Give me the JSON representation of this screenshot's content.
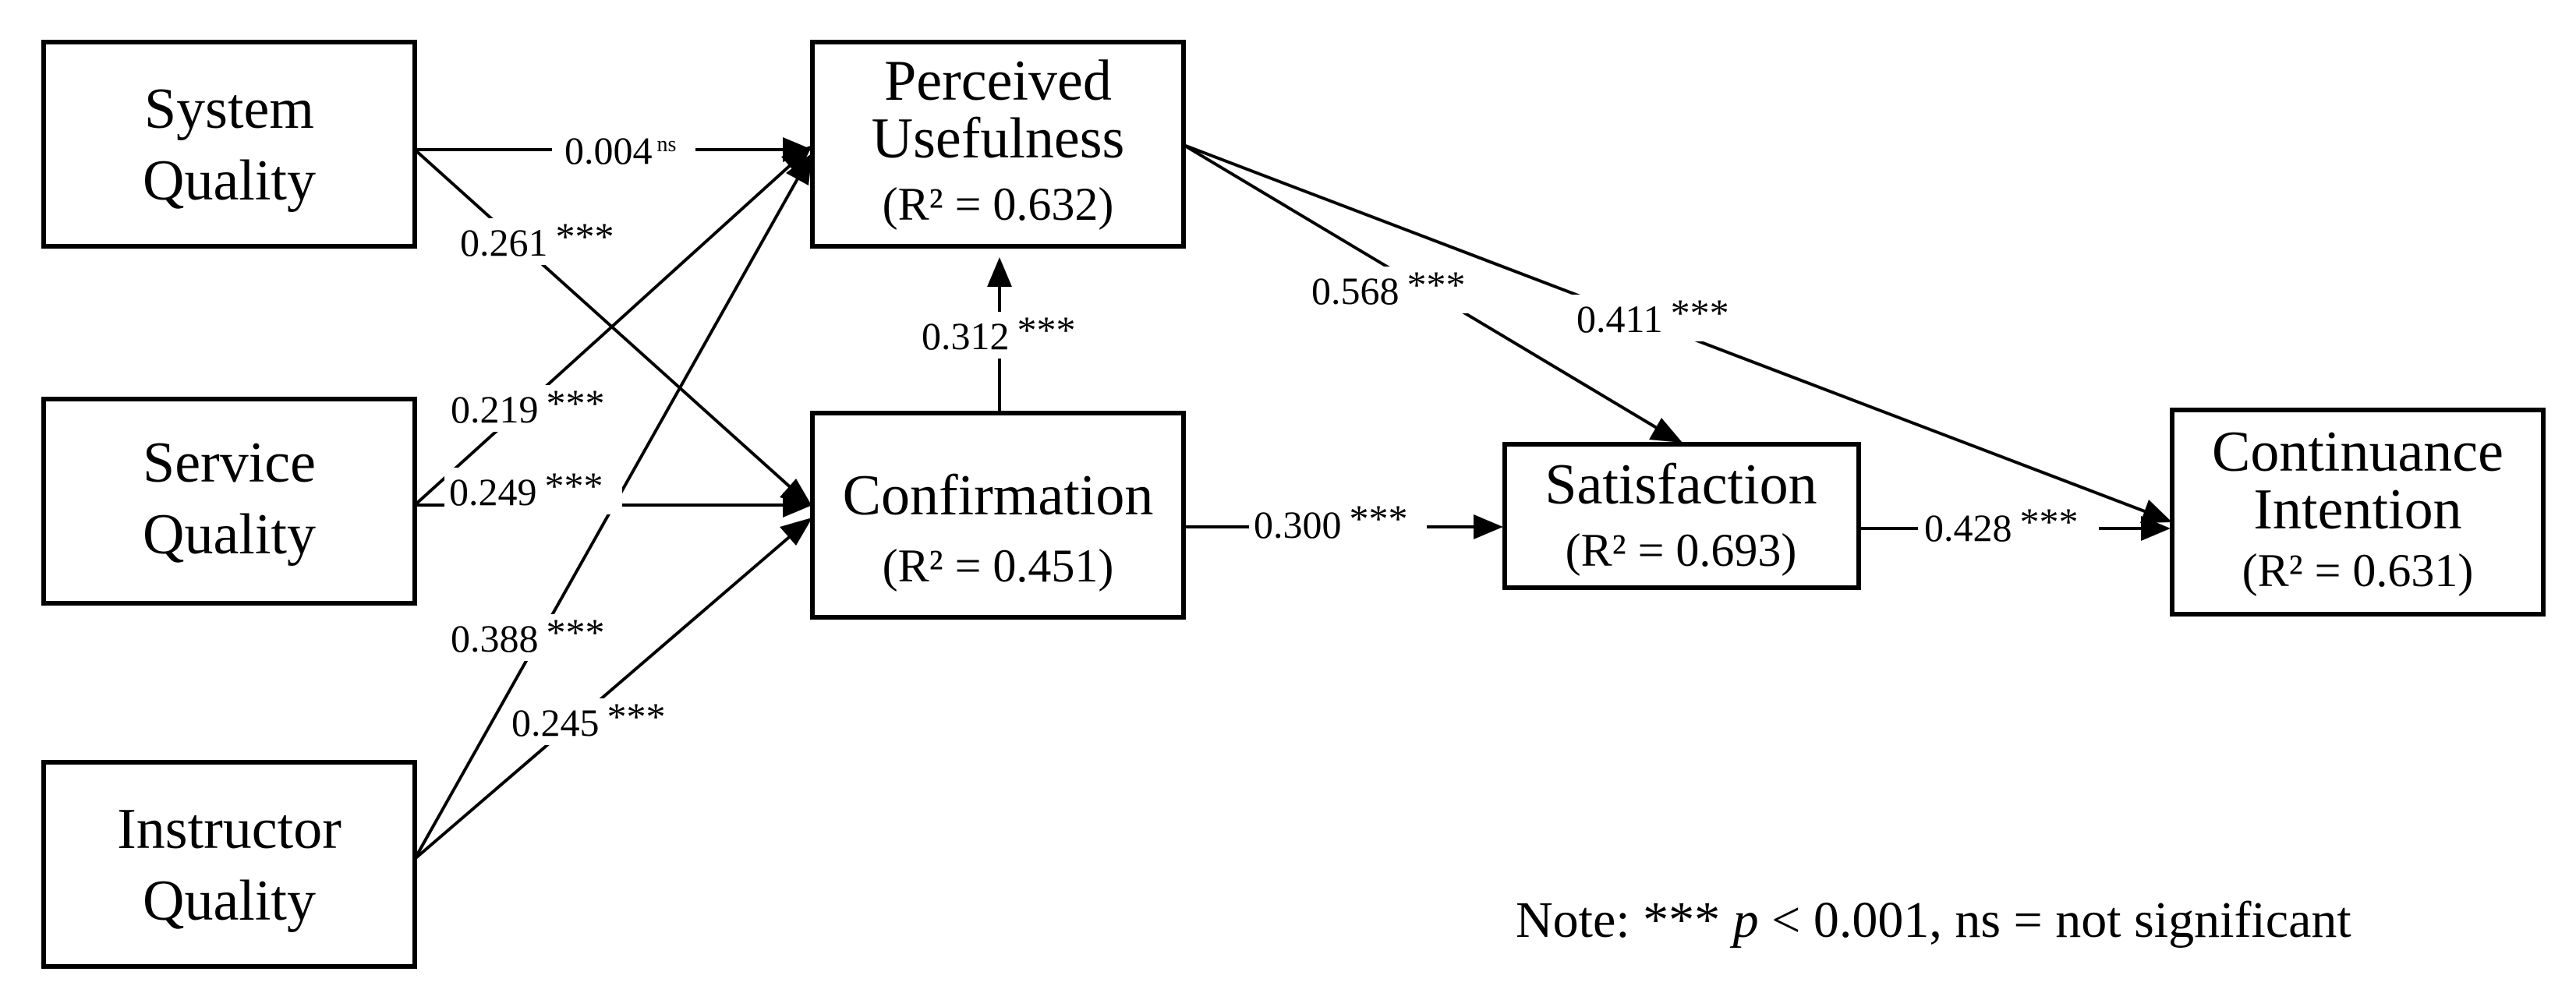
{
  "diagram": {
    "nodes": {
      "system_quality": {
        "lines": [
          "System",
          "Quality"
        ],
        "r2": ""
      },
      "service_quality": {
        "lines": [
          "Service",
          "Quality"
        ],
        "r2": ""
      },
      "instructor_quality": {
        "lines": [
          "Instructor",
          "Quality"
        ],
        "r2": ""
      },
      "perceived_usefulness": {
        "lines": [
          "Perceived",
          "Usefulness"
        ],
        "r2": "(R² = 0.632)"
      },
      "confirmation": {
        "lines": [
          "Confirmation"
        ],
        "r2": "(R² = 0.451)"
      },
      "satisfaction": {
        "lines": [
          "Satisfaction"
        ],
        "r2": "(R² = 0.693)"
      },
      "continuance_intention": {
        "lines": [
          "Continuance",
          "Intention"
        ],
        "r2": "(R² = 0.631)"
      }
    },
    "paths": {
      "sysq_pu": {
        "from": "System Quality",
        "to": "Perceived Usefulness",
        "coef": "0.004",
        "sig": "ns"
      },
      "sysq_conf": {
        "from": "System Quality",
        "to": "Confirmation",
        "coef": "0.261",
        "sig": "***"
      },
      "servq_pu": {
        "from": "Service Quality",
        "to": "Perceived Usefulness",
        "coef": "0.219",
        "sig": "***"
      },
      "servq_conf": {
        "from": "Service Quality",
        "to": "Confirmation",
        "coef": "0.249",
        "sig": "***"
      },
      "instq_pu": {
        "from": "Instructor Quality",
        "to": "Perceived Usefulness",
        "coef": "0.388",
        "sig": "***"
      },
      "instq_conf": {
        "from": "Instructor Quality",
        "to": "Confirmation",
        "coef": "0.245",
        "sig": "***"
      },
      "conf_pu": {
        "from": "Confirmation",
        "to": "Perceived Usefulness",
        "coef": "0.312",
        "sig": "***"
      },
      "pu_sat": {
        "from": "Perceived Usefulness",
        "to": "Satisfaction",
        "coef": "0.568",
        "sig": "***"
      },
      "pu_ci": {
        "from": "Perceived Usefulness",
        "to": "Continuance Intention",
        "coef": "0.411",
        "sig": "***"
      },
      "conf_sat": {
        "from": "Confirmation",
        "to": "Satisfaction",
        "coef": "0.300",
        "sig": "***"
      },
      "sat_ci": {
        "from": "Satisfaction",
        "to": "Continuance Intention",
        "coef": "0.428",
        "sig": "***"
      }
    },
    "note": {
      "prefix": "Note: *** ",
      "p": "p",
      "suffix": " < 0.001, ns = not significant"
    }
  }
}
